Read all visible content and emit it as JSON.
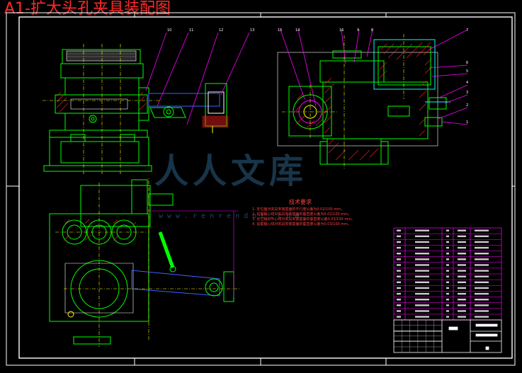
{
  "drawing": {
    "title": "A1-扩大头孔夹具装配图",
    "watermark_cn": "人人文库",
    "watermark_url": "www.renrendoc.com",
    "tech_requirements": {
      "title": "技术要求",
      "lines": [
        "1. 定位面对夹具安装基面的平行度公差为0.02/100 mm。",
        "2. 钻套轴心线对夹具安装基面的垂直度公差为0.02/100 mm。",
        "3. 定位销的中心线对夹具安装基面的垂直度公差0.03/100 mm。",
        "4. 钻套轴心线对夹具安装基面的垂直度公差为0.03/100 mm。"
      ]
    },
    "balloons_top_left": [
      "10",
      "11",
      "12",
      "13"
    ],
    "balloons_top_right": [
      "15",
      "14",
      "16",
      "9",
      "8",
      "7",
      "6",
      "5",
      "4",
      "3",
      "2",
      "1"
    ]
  },
  "colors": {
    "background": "#000000",
    "outline": "#00ff00",
    "hatch": "#ff2020",
    "center": "#ffff00",
    "dim": "#ff00ff",
    "hidden": "#00ffff",
    "blue": "#4060ff",
    "white": "#ffffff"
  }
}
